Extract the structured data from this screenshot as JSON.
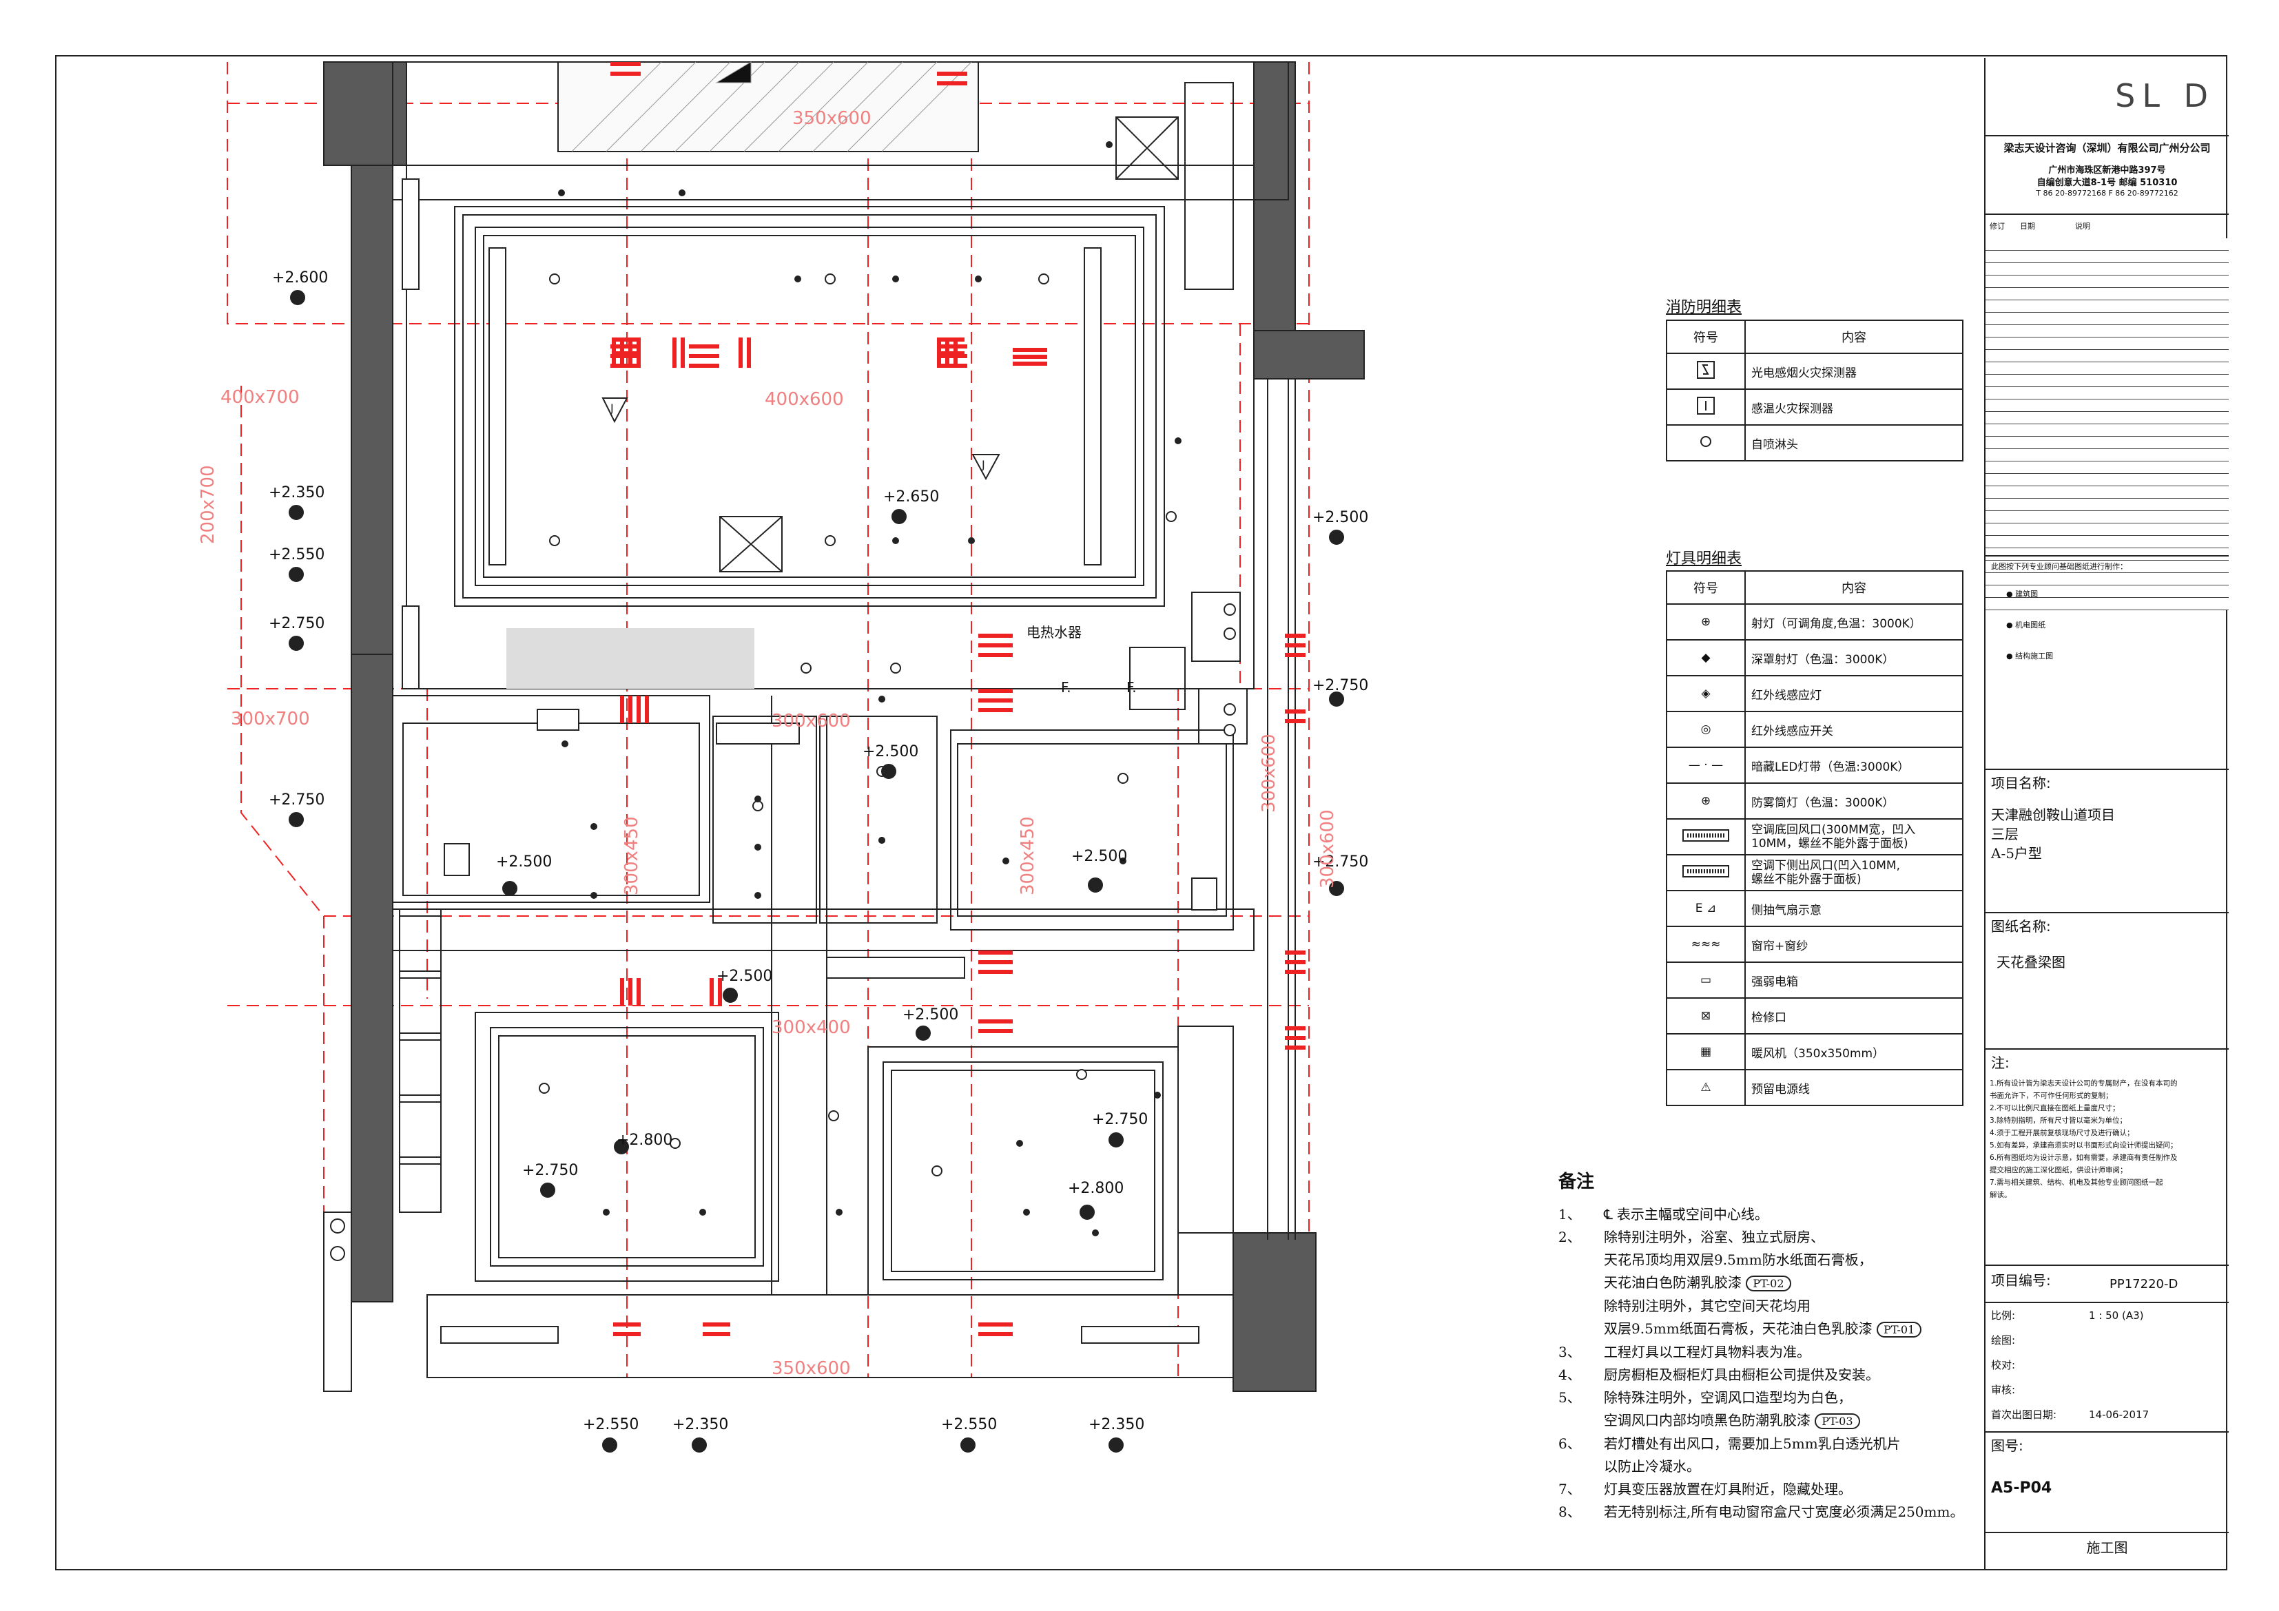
{
  "logo": "SL D",
  "company": {
    "name": "梁志天设计咨询（深圳）有限公司广州分公司",
    "address_line1": "广州市海珠区新港中路397号",
    "address_line2": "自编创意大道8-1号  邮编  510310",
    "phone": "T 86 20-89772168  F 86 20-89772162"
  },
  "revision_header": {
    "rev": "修订",
    "date": "日期",
    "desc": "说明"
  },
  "consult": {
    "title": "此图按下列专业顾问基础图纸进行制作：",
    "items": [
      "建筑图",
      "机电图纸",
      "结构施工图"
    ]
  },
  "project": {
    "name_label": "项目名称:",
    "name_lines": [
      "天津融创鞍山道项目",
      "三层",
      "A-5户型"
    ],
    "drawing_label": "图纸名称:",
    "drawing_name": "天花叠梁图",
    "notes_label": "注:",
    "notes": [
      "1.所有设计皆为梁志天设计公司的专属财产，在没有本司的",
      "   书面允许下，不可作任何形式的复制；",
      "2.不可以比例尺直接在图纸上量度尺寸；",
      "3.除特别指明，所有尺寸皆以毫米为单位；",
      "4.须于工程开展前复核现场尺寸及进行确认；",
      "5.如有差异，承建商须实时以书面形式向设计师提出疑问；",
      "6.所有图纸均为设计示意，如有需要，承建商有责任制作及",
      "   提交相应的施工深化图纸，供设计师审阅；",
      "7.需与相关建筑、结构、机电及其他专业顾问图纸一起",
      "   解读。"
    ],
    "code_label": "项目编号:",
    "code": "PP17220-D",
    "scale_label": "比例:",
    "scale": "1 : 50 (A3)",
    "drawn_label": "绘图:",
    "check_label": "校对:",
    "review_label": "审核:",
    "date_label": "首次出图日期:",
    "date": "14-06-2017",
    "sheet_label": "图号:",
    "sheet": "A5-P04",
    "stage": "施工图"
  },
  "fire_legend": {
    "title": "消防明细表",
    "col_symbol": "符号",
    "col_content": "内容",
    "rows": [
      {
        "icon": "smoke-detector-icon",
        "text": "光电感烟火灾探测器"
      },
      {
        "icon": "heat-detector-icon",
        "text": "感温火灾探测器"
      },
      {
        "icon": "sprinkler-icon",
        "text": "自喷淋头"
      }
    ]
  },
  "light_legend": {
    "title": "灯具明细表",
    "col_symbol": "符号",
    "col_content": "内容",
    "rows": [
      {
        "icon": "spotlight-icon",
        "text": "射灯（可调角度,色温：3000K）",
        "text2": ""
      },
      {
        "icon": "deep-downlight-icon",
        "text": "深罩射灯（色温：3000K）",
        "text2": ""
      },
      {
        "icon": "ir-sensor-light-icon",
        "text": "红外线感应灯",
        "text2": ""
      },
      {
        "icon": "ir-sensor-switch-icon",
        "text": "红外线感应开关",
        "text2": ""
      },
      {
        "icon": "led-strip-icon",
        "text": "暗藏LED灯带（色温:3000K）",
        "text2": ""
      },
      {
        "icon": "fogproof-light-icon",
        "text": "防雾筒灯（色温：3000K）",
        "text2": ""
      },
      {
        "icon": "ac-return-vent-icon",
        "text": "空调底回风口(300MM宽，凹入",
        "text2": "10MM，螺丝不能外露于面板)"
      },
      {
        "icon": "ac-side-vent-icon",
        "text": "空调下侧出风口(凹入10MM,",
        "text2": "螺丝不能外露于面板)"
      },
      {
        "icon": "exhaust-fan-icon",
        "text": "侧抽气扇示意",
        "text2": ""
      },
      {
        "icon": "curtain-icon",
        "text": "窗帘+窗纱",
        "text2": ""
      },
      {
        "icon": "electric-box-icon",
        "text": "强弱电箱",
        "text2": ""
      },
      {
        "icon": "access-panel-icon",
        "text": "检修口",
        "text2": ""
      },
      {
        "icon": "heater-icon",
        "text": "暖风机（350x350mm）",
        "text2": ""
      },
      {
        "icon": "power-reserve-icon",
        "text": "预留电源线",
        "text2": ""
      }
    ]
  },
  "remarks": {
    "title": "备注",
    "items": [
      {
        "num": "1、",
        "text": "表示主幅或空间中心线。"
      },
      {
        "num": "2、",
        "text": "除特别注明外，浴室、独立式厨房、"
      },
      {
        "num": "",
        "text": "天花吊顶均用双层9.5mm防水纸面石膏板，"
      },
      {
        "num": "",
        "text": "天花油白色防潮乳胶漆"
      },
      {
        "num": "",
        "text": "除特别注明外，其它空间天花均用"
      },
      {
        "num": "",
        "text": "双层9.5mm纸面石膏板，天花油白色乳胶漆"
      },
      {
        "num": "3、",
        "text": "工程灯具以工程灯具物料表为准。"
      },
      {
        "num": "4、",
        "text": "厨房橱柜及橱柜灯具由橱柜公司提供及安装。"
      },
      {
        "num": "5、",
        "text": "除特殊注明外，空调风口造型均为白色，"
      },
      {
        "num": "",
        "text": "空调风口内部均喷黑色防潮乳胶漆"
      },
      {
        "num": "6、",
        "text": "若灯槽处有出风口，需要加上5mm乳白透光机片"
      },
      {
        "num": "",
        "text": "以防止冷凝水。"
      },
      {
        "num": "7、",
        "text": "灯具变压器放置在灯具附近，隐藏处理。"
      },
      {
        "num": "8、",
        "text": "若无特别标注,所有电动窗帘盒尺寸宽度必须满足250mm。"
      }
    ],
    "tags": [
      "PT-02",
      "PT-01",
      "PT-03"
    ]
  },
  "plan": {
    "heights": [
      "+2.600",
      "+2.350",
      "+2.550",
      "+2.750",
      "+2.750",
      "+2.650",
      "+2.500",
      "+2.750",
      "+2.750",
      "+2.500",
      "+2.500",
      "+2.500",
      "+2.500",
      "+2.500",
      "+2.800",
      "+2.750",
      "+2.750",
      "+2.800",
      "+2.550",
      "+2.350",
      "+2.550",
      "+2.350"
    ],
    "beams": [
      "350x600",
      "400x700",
      "400x600",
      "200x700",
      "300x700",
      "300x450",
      "300x450",
      "300x600",
      "300x400",
      "300x600",
      "300x600",
      "350x600"
    ],
    "labels": {
      "water_heater": "电热水器",
      "f": "F."
    }
  }
}
